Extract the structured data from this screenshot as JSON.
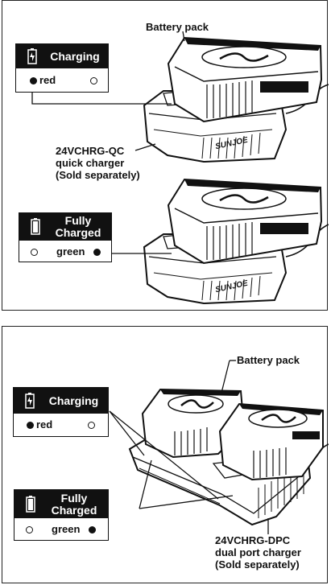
{
  "top_panel": {
    "battery_pack_label": "Battery pack",
    "charger_label_line1": "24VCHRG-QC",
    "charger_label_line2": "quick charger",
    "charger_label_line3": "(Sold separately)",
    "charging_box": {
      "title": "Charging",
      "indicator_label": "red",
      "active": "left"
    },
    "fully_charged_box": {
      "title_line1": "Fully",
      "title_line2": "Charged",
      "indicator_label": "green",
      "active": "right"
    },
    "brand_text": "SUNJOE"
  },
  "bottom_panel": {
    "battery_pack_label": "Battery pack",
    "charger_label_line1": "24VCHRG-DPC",
    "charger_label_line2": "dual port charger",
    "charger_label_line3": "(Sold separately)",
    "charging_box": {
      "title": "Charging",
      "indicator_label": "red",
      "active": "left"
    },
    "fully_charged_box": {
      "title_line1": "Fully",
      "title_line2": "Charged",
      "indicator_label": "green",
      "active": "right"
    }
  },
  "colors": {
    "ink": "#111111",
    "background": "#ffffff"
  }
}
